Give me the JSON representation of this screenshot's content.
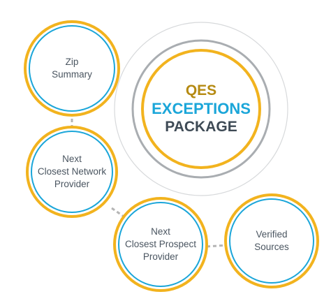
{
  "center": {
    "line1": "QES",
    "line2": "EXCEPTIONS",
    "line3": "PACKAGE"
  },
  "nodes": [
    {
      "id": "zip-summary",
      "lines": [
        "Zip",
        "Summary"
      ]
    },
    {
      "id": "next-closest-network-provider",
      "lines": [
        "Next",
        "Closest Network",
        "Provider"
      ]
    },
    {
      "id": "next-closest-prospect-provider",
      "lines": [
        "Next",
        "Closest Prospect",
        "Provider"
      ]
    },
    {
      "id": "verified-sources",
      "lines": [
        "Verified",
        "Sources"
      ]
    }
  ],
  "colors": {
    "gold": "#f2b31e",
    "blue": "#1ba6d9",
    "ring_gray": "#a9adb1",
    "ring_light": "#d7d9db",
    "dash_gray": "#b5b5b5",
    "text": "#4a5560"
  }
}
